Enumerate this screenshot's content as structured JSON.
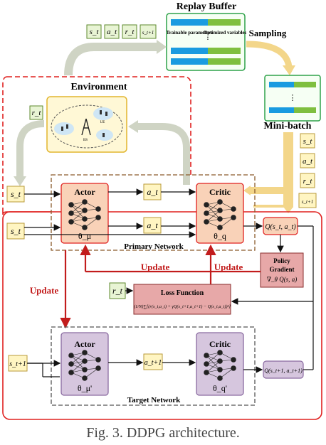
{
  "colors": {
    "red": "#e0201f",
    "dark_red": "#b0181c",
    "green": "#2ea24a",
    "orange_fill": "#f9d2b8",
    "brown_dash": "#8a5a2b",
    "gray_dash": "#555555",
    "state_fill": "#fff5c2",
    "state_stroke": "#b89a3a",
    "reward_fill": "#e8f4d4",
    "reward_stroke": "#5e8a2e",
    "loss_fill": "#e7a8a8",
    "target_fill": "#d6c6de",
    "env_fill": "#fff8d6",
    "buffer_blue": "#1a9be0",
    "buffer_green": "#7fbf3f"
  },
  "diagram": {
    "replay_buffer_title": "Replay Buffer",
    "transition_labels": [
      "s_t",
      "a_t",
      "r_t",
      "s_t+1"
    ],
    "trainable_parameters": "Trainable parameters",
    "optimized_variables": "Optimized variables",
    "buffer_ellipsis": ":",
    "sampling": "Sampling",
    "minibatch_title": "Mini-batch",
    "minibatch_ellipsis": "⋮",
    "minibatch_items": [
      "s_t",
      "a_t",
      "r_t",
      "s_t+1"
    ],
    "environment_title": "Environment",
    "env_reward": "r_t",
    "env_ue": "UE",
    "env_bs": "BS",
    "primary_state": "s_t",
    "primary_action_top": "a_t",
    "actor_title": "Actor",
    "actor_param": "θ_μ",
    "critic_title": "Critic",
    "critic_param": "θ_q",
    "primary_network": "Primary Network",
    "training_state": "s_t",
    "training_action": "a_t",
    "q_value": "Q(s_t, a_t)",
    "policy_gradient": [
      "Policy",
      "Gradient",
      "∇_θ Q(s, a)"
    ],
    "update_left": "Update",
    "update_mid": "Update",
    "update_right": "Update",
    "reward_loss": "r_t",
    "loss_title": "Loss Function",
    "loss_formula": "(1/N)∑[(r(s_t,a_t) + γQ(s_t+1,a_t+1) − Q(s_t,a_t))²]",
    "target_state": "s_t+1",
    "target_actor_title": "Actor",
    "target_actor_param": "θ_μ'",
    "target_action": "a_t+1",
    "target_critic_title": "Critic",
    "target_critic_param": "θ_q'",
    "target_q": "Q(s_t+1, a_t+1)",
    "target_network": "Target Network"
  },
  "caption": "Fig. 3. DDPG architecture."
}
